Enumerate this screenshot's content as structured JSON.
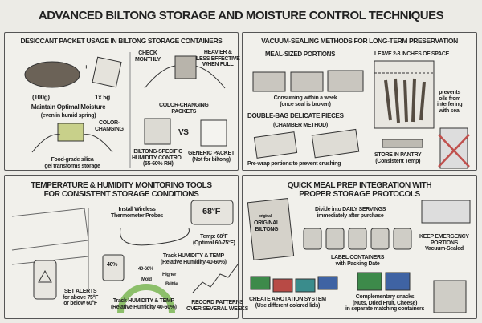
{
  "title": "ADVANCED BILTONG STORAGE AND MOISTURE CONTROL TECHNIQUES",
  "panels": {
    "desiccant": {
      "heading": "DESICCANT PACKET USAGE IN BILTONG STORAGE CONTAINERS",
      "weight_meat": "(100g)",
      "plus": "+",
      "packet_qty": "1x 5g",
      "maintain": "Maintain Optimal Moisture",
      "maintain_sub": "(even in humid spring)",
      "color_changing": "COLOR-\nCHANGING",
      "food_grade": "Food-grade silica\ngel transforms storage",
      "check_monthly": "CHECK\nMONTHLY",
      "heavier": "HEAVIER &\nLESS EFFECTIVE\nWHEN FULL",
      "color_packets": "COLOR-CHANGING\nPACKETS",
      "vs": "VS",
      "biltong_specific": "BILTONG-SPECIFIC\nHUMIDITY CONTROL\n(55-60% RH)",
      "generic": "GENERIC PACKET\n(Not for biltong)"
    },
    "vacuum": {
      "heading": "VACUUM-SEALING METHODS FOR LONG-TERM PRESERVATION",
      "meal_sized": "MEAL-SIZED PORTIONS",
      "consuming": "Consuming within a week\n(once seal is broken)",
      "double_bag": "DOUBLE-BAG DELICATE PIECES",
      "chamber": "(CHAMBER METHOD)",
      "prewrap": "Pre-wrap portions to prevent crushing",
      "leave_space": "LEAVE 2-3 INCHES OF SPACE",
      "prevents": "prevents\noils from\ninterfering\nwith seal",
      "pantry": "STORE IN PANTRY\n(Consistent Temp)"
    },
    "monitoring": {
      "heading": "TEMPERATURE & HUMIDITY MONITORING TOOLS\nFOR CONSISTENT STORAGE CONDITIONS",
      "install": "Install Wireless\nThermometer Probes",
      "display_temp": "68°F",
      "temp_note": "Temp: 68°F\n(Optimal 60-75°F)",
      "track1": "Track HUMIDITY & TEMP\n(Relative Humidity 40-60%)",
      "hygro_display": "40%",
      "gauge_range": "40-60%",
      "gauge_mold": "Mold",
      "gauge_higher": "Higher",
      "gauge_brittle": "Brittle",
      "alerts": "SET ALERTS\nfor above 75°F\nor below 60°F",
      "track2": "Track HUMIDITY & TEMP\n(Relative Humidity 40-60%)",
      "record": "RECORD PATTERNS\nOVER SEVERAL WEEKS"
    },
    "mealprep": {
      "heading": "QUICK MEAL PREP INTEGRATION WITH\nPROPER STORAGE PROTOCOLS",
      "bag_small": "original",
      "bag_label": "ORIGINAL\nBILTONG",
      "divide": "Divide into DAILY SERVINGS\nimmediately after purchase",
      "label_containers": "LABEL CONTAINERS\nwith Packing Date",
      "emergency": "KEEP EMERGENCY\nPORTIONS\nVacuum-Sealed",
      "rotation": "CREATE A ROTATION SYSTEM\n(Use different colored lids)",
      "complementary": "Complementary snacks\n(Nuts, Dried Fruit, Cheese)\nin separate matching containers"
    }
  },
  "colors": {
    "background": "#ecebe6",
    "ink": "#222222",
    "lid_green": "#3d8a4a",
    "lid_red": "#b84a45",
    "lid_blue": "#3f63a3",
    "lid_teal": "#3a8c8c",
    "cross_red": "#c0504d",
    "gauge_green": "#8cbf6a"
  }
}
